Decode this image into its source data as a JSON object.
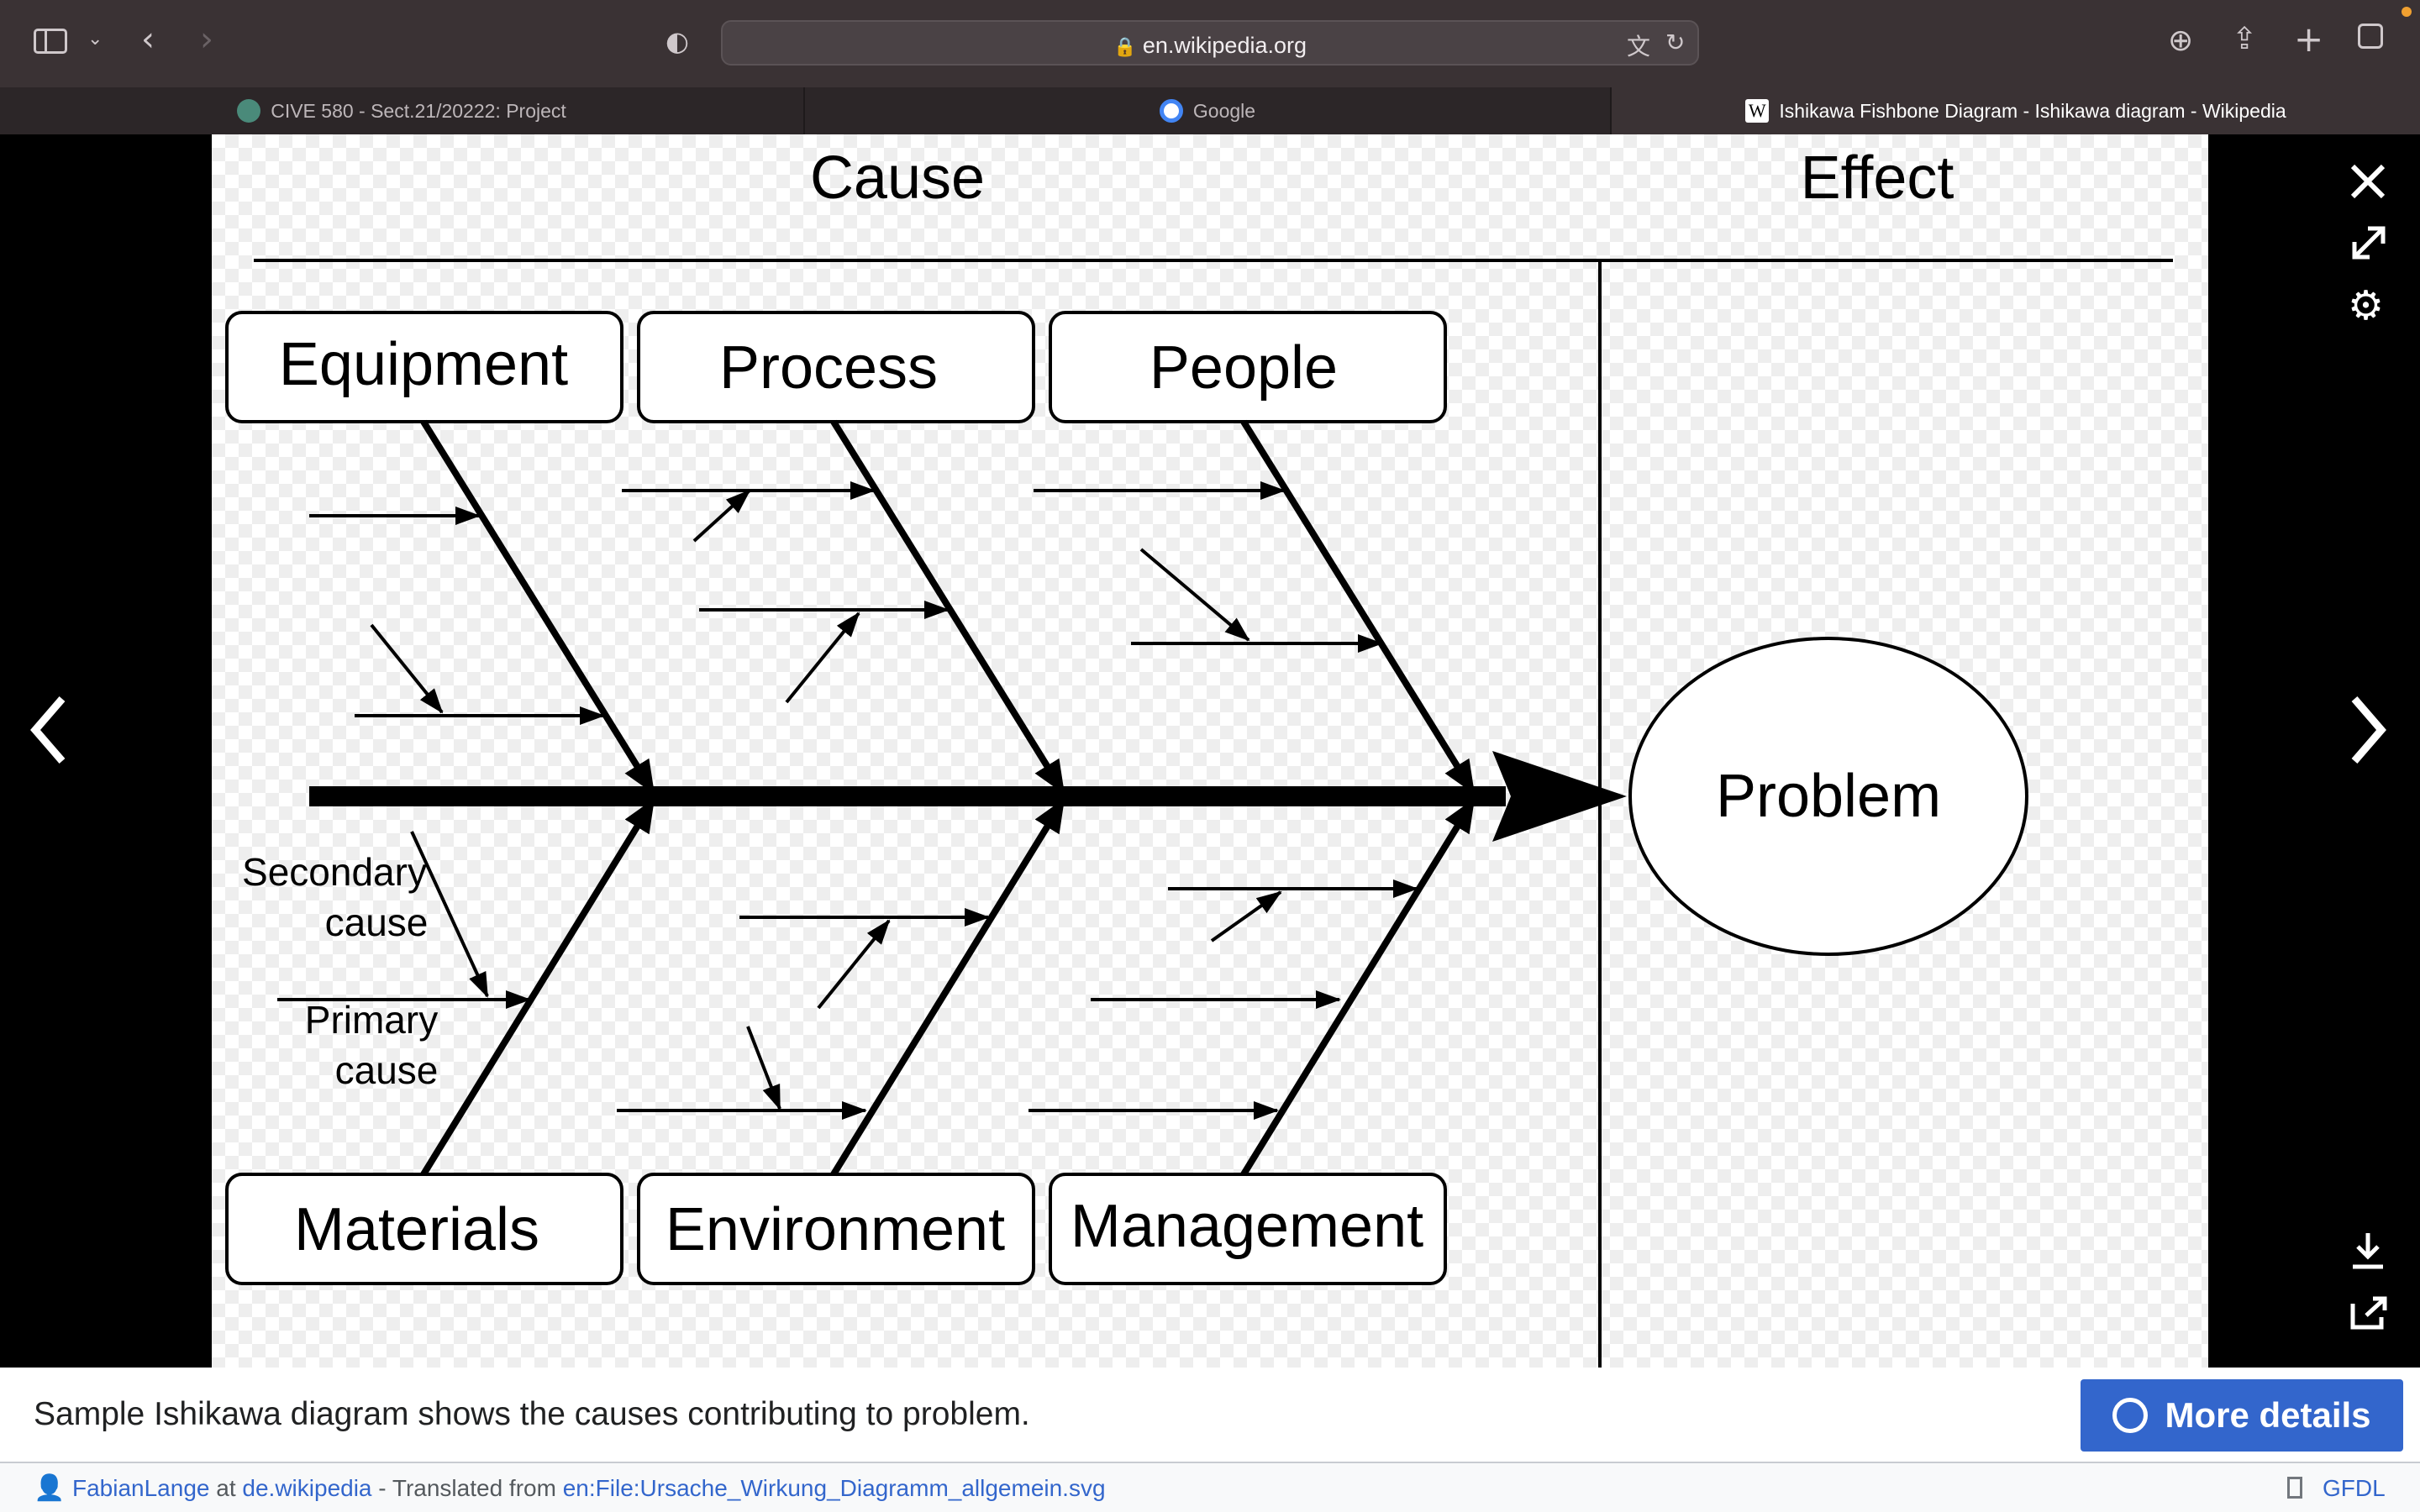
{
  "browser": {
    "url": "en.wikipedia.org",
    "tabs": [
      {
        "label": "CIVE 580 - Sect.21/20222: Project"
      },
      {
        "label": "Google"
      },
      {
        "label": "Ishikawa Fishbone Diagram - Ishikawa diagram - Wikipedia"
      }
    ]
  },
  "diagram": {
    "cause_header": "Cause",
    "effect_header": "Effect",
    "problem": "Problem",
    "categories_top": [
      "Equipment",
      "Process",
      "People"
    ],
    "categories_bottom": [
      "Materials",
      "Environment",
      "Management"
    ],
    "secondary_cause_lines": [
      "Secondary",
      "cause"
    ],
    "primary_cause_lines": [
      "Primary",
      "cause"
    ]
  },
  "caption": {
    "text": "Sample Ishikawa diagram shows the causes contributing to problem.",
    "more_details": "More details"
  },
  "credits": {
    "author": "FabianLange",
    "at": "at",
    "site": "de.wikipedia",
    "translated": "- Translated from",
    "source": "en:File:Ursache_Wirkung_Diagramm_allgemein.svg",
    "license": "GFDL"
  }
}
